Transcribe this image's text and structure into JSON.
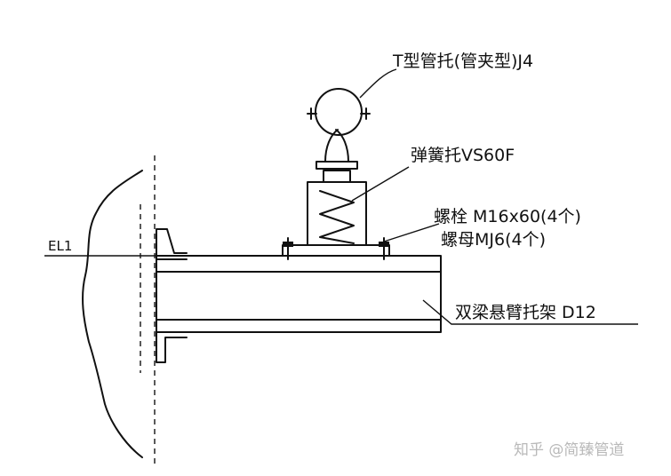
{
  "labels": {
    "pipe_shoe": "T型管托(管夹型)J4",
    "spring_support": "弹簧托VS60F",
    "bolt": "螺栓 M16x60(4个)",
    "nut": "螺母MJ6(4个)",
    "cantilever": "双梁悬臂托架 D12",
    "elevation": "EL1"
  },
  "watermark": "知乎 @简臻管道"
}
